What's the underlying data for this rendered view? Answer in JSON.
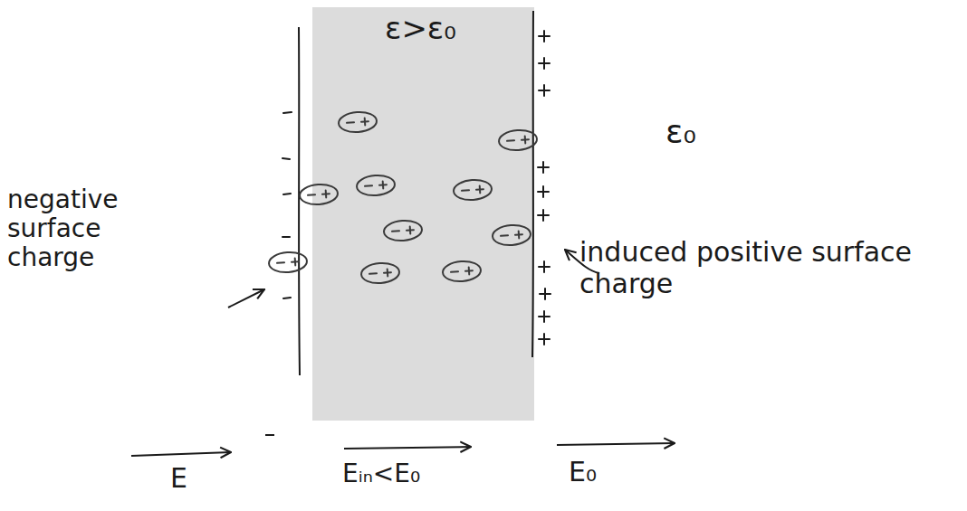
{
  "diagram": {
    "nodes": [
      {
        "text": [
          "ε>ε₀"
        ]
      }
    ],
    "labels": [
      "ε₀",
      "negative surface charge",
      "induced positive surface charge",
      "E",
      "Eᵢₙ<E₀",
      "E₀"
    ]
  }
}
